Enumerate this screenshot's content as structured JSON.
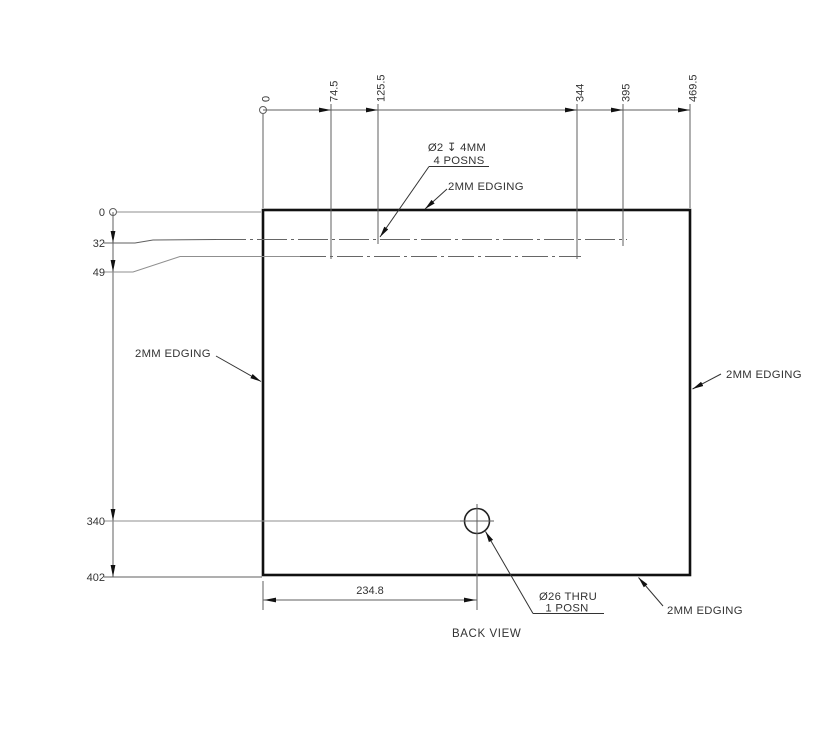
{
  "drawing": {
    "view_label": "BACK VIEW",
    "dims": {
      "top": [
        "0",
        "74.5",
        "125.5",
        "344",
        "395",
        "469.5"
      ],
      "left": [
        "0",
        "32",
        "49",
        "340",
        "402"
      ],
      "width_to_hole": "234.8"
    },
    "callouts": {
      "small_holes_line1": "Ø2 ↧ 4MM",
      "small_holes_line2": "4 POSNS",
      "large_hole_line1": "Ø26 THRU",
      "large_hole_line2": "1 POSN",
      "edging_top": "2MM EDGING",
      "edging_left": "2MM EDGING",
      "edging_right": "2MM EDGING",
      "edging_bottom_right": "2MM EDGING"
    },
    "colors": {
      "outline": "#111111",
      "thin_line": "#5f5f5f",
      "feature_line": "#8f8f8f",
      "text": "#333333"
    }
  }
}
